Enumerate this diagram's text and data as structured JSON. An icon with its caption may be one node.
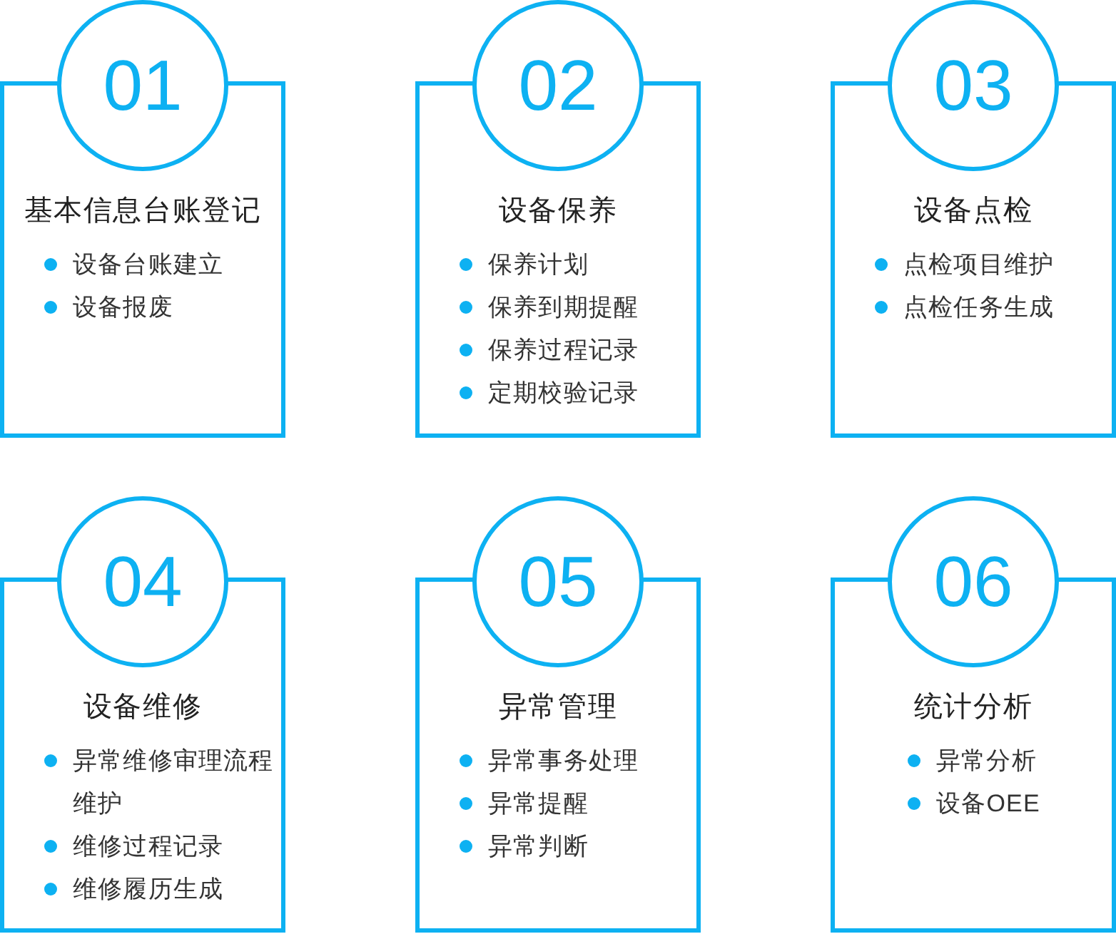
{
  "diagram": {
    "nodes": [
      {
        "text": [
          "01"
        ]
      },
      {
        "text": [
          "基本信息台账登记",
          "设备台账建立",
          "设备报废"
        ]
      },
      {
        "text": [
          "02"
        ]
      },
      {
        "text": [
          "设备保养",
          "保养计划",
          "保养到期提醒",
          "保养过程记录",
          "定期校验记录"
        ]
      },
      {
        "text": [
          "03"
        ]
      },
      {
        "text": [
          "设备点检",
          "点检项目维护",
          "点检任务生成"
        ]
      },
      {
        "text": [
          "04"
        ]
      },
      {
        "text": [
          "设备维修",
          "异常维修审理流程维护",
          "维修过程记录",
          "维修履历生成"
        ]
      },
      {
        "text": [
          "05"
        ]
      },
      {
        "text": [
          "异常管理",
          "异常事务处理",
          "异常提醒",
          "异常判断"
        ]
      },
      {
        "text": [
          "06"
        ]
      },
      {
        "text": [
          "统计分析",
          "异常分析",
          "设备OEE"
        ]
      }
    ]
  }
}
